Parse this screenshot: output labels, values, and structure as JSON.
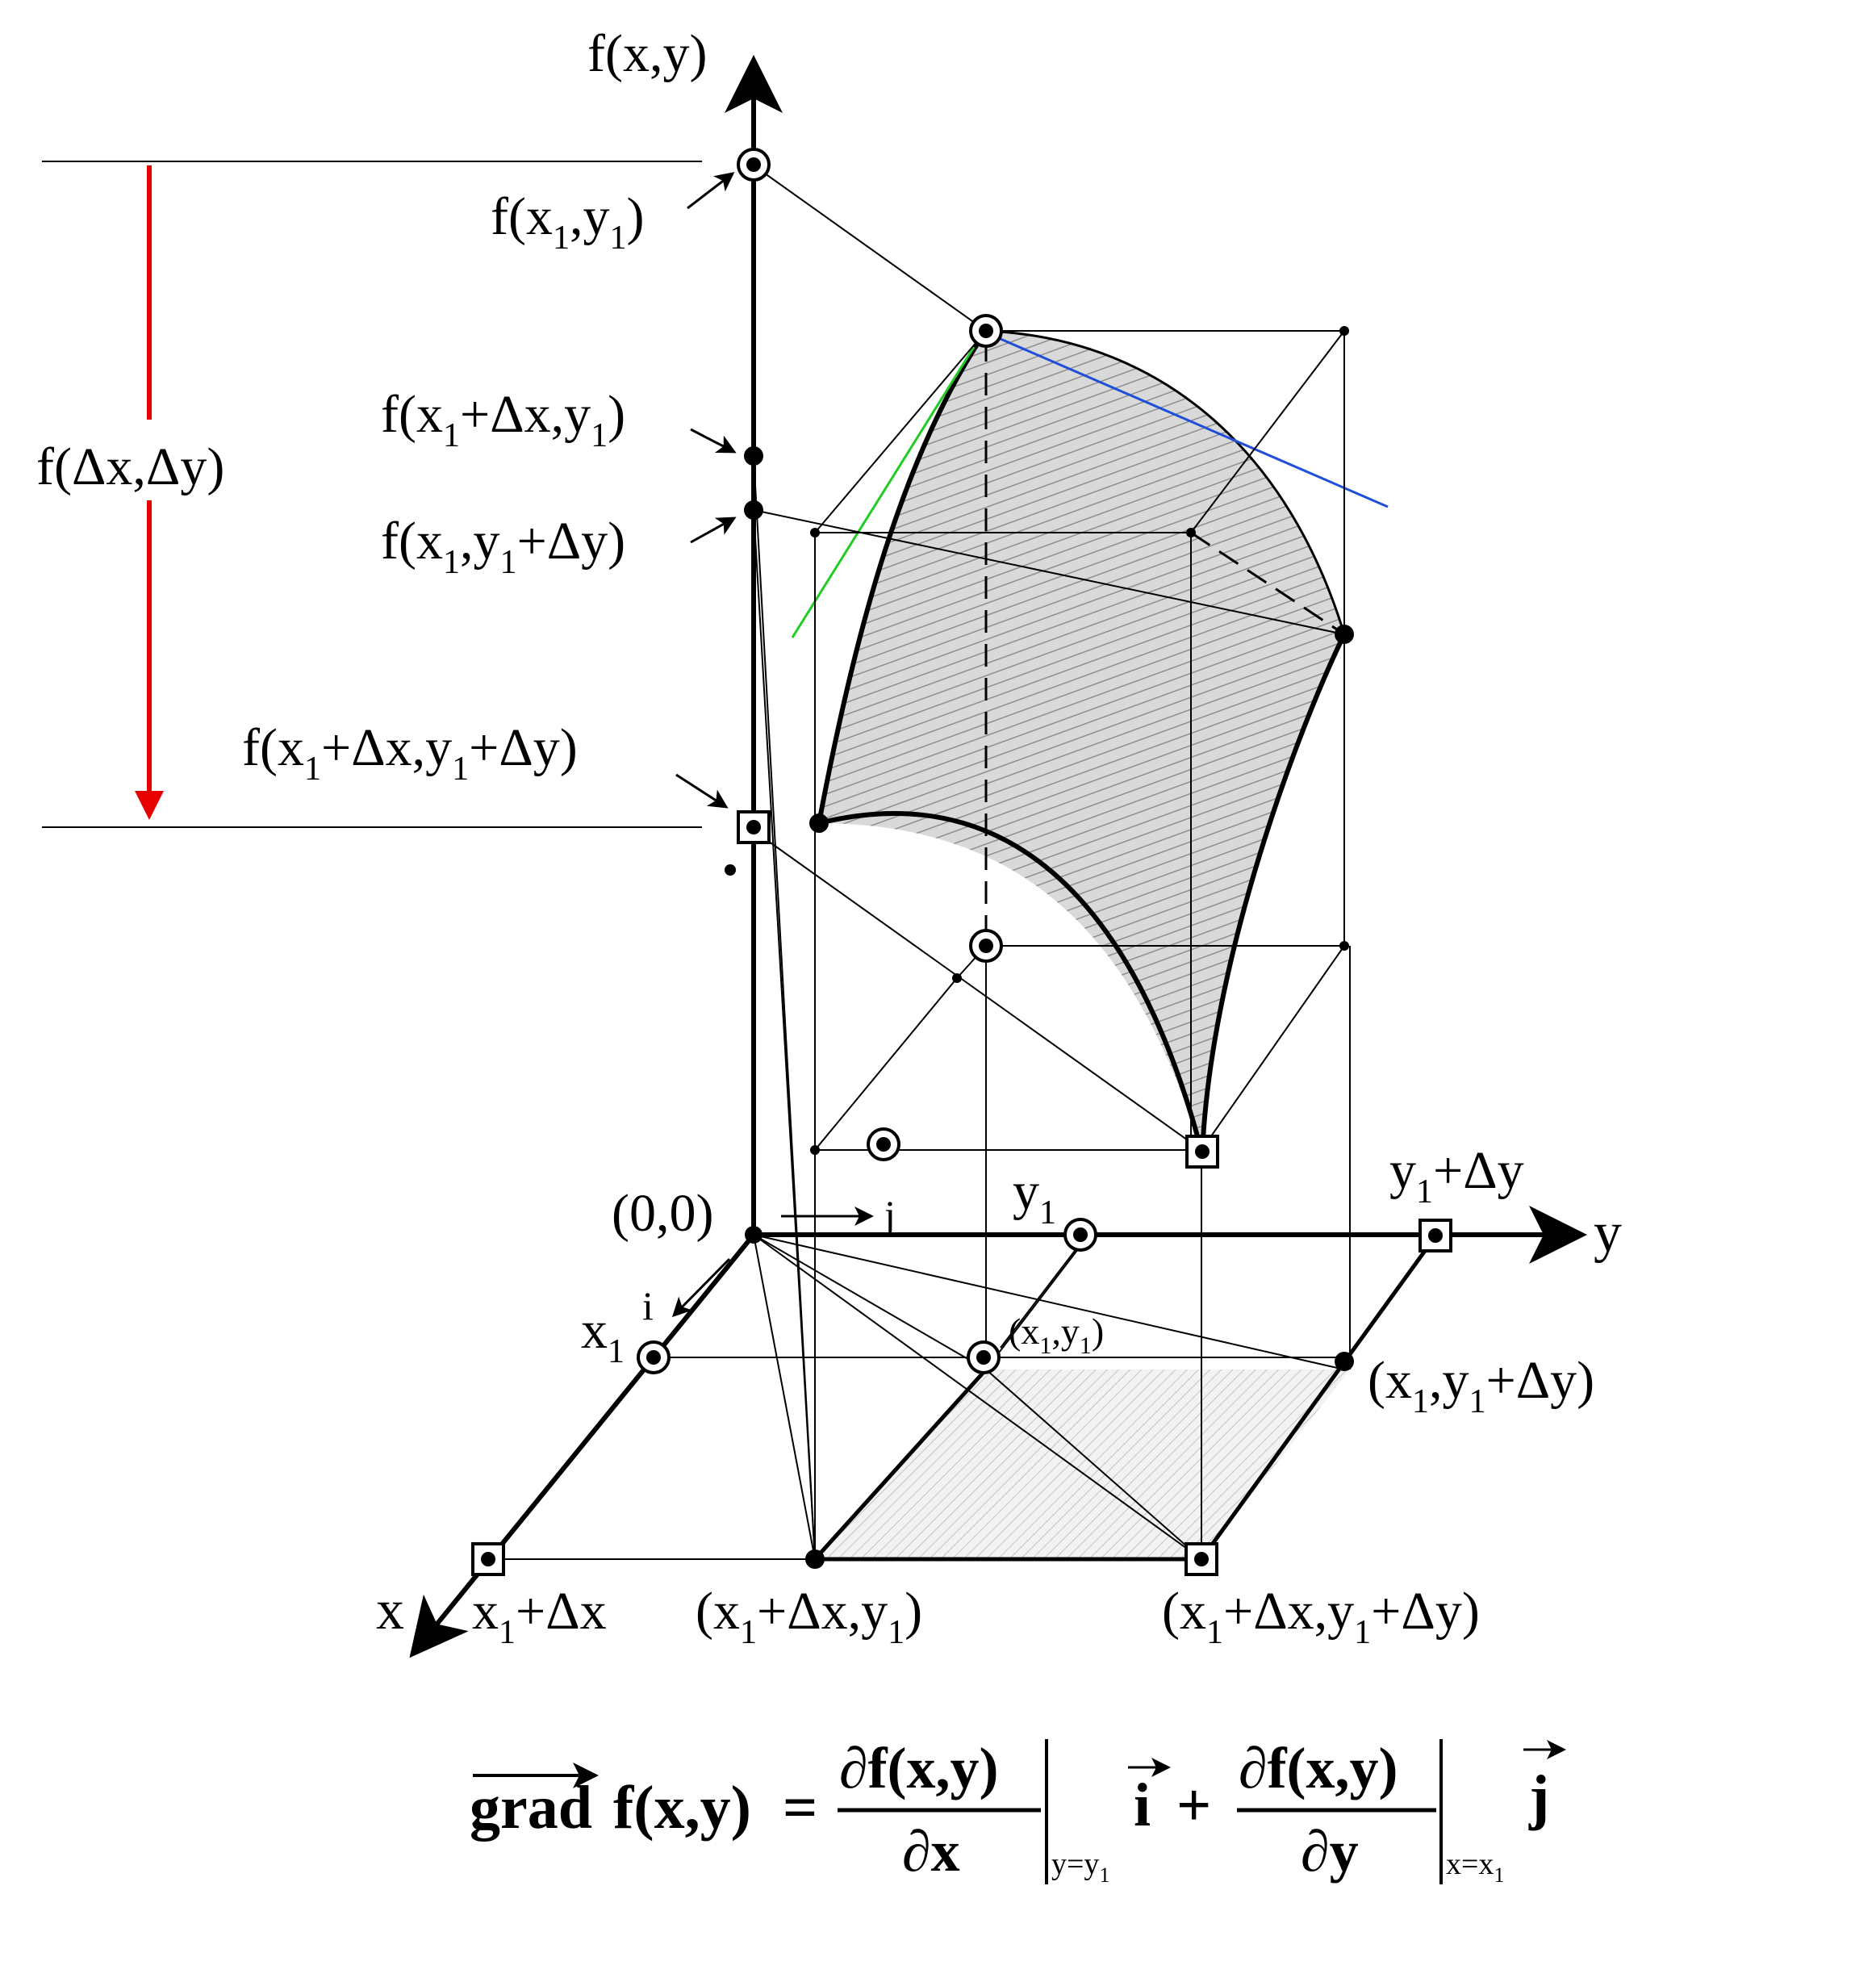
{
  "colors": {
    "background": "#ffffff",
    "ink": "#000000",
    "delta_arrow": "#e60000",
    "tangent_x": "#22cc22",
    "tangent_y": "#1f4fd8",
    "surface_fill": "#cfcfcf"
  },
  "axes": {
    "f_axis_label": "f(x,y)",
    "y_axis_label": "y",
    "x_axis_label": "x",
    "origin_label": "(0,0)",
    "unit_i": "i",
    "unit_j": "j"
  },
  "vertical_labels": {
    "f_x1_y1": {
      "main1": "f(x",
      "sub1": "1",
      "main2": ",y",
      "sub2": "1",
      "main3": ")"
    },
    "f_x1dx_y1": {
      "main1": "f(x",
      "sub1": "1",
      "main2": "+Δx,y",
      "sub2": "1",
      "main3": ")"
    },
    "f_x1_y1dy": {
      "main1": "f(x",
      "sub1": "1",
      "main2": ",y",
      "sub2": "1",
      "main3": "+Δy)"
    },
    "f_x1dx_y1dy": {
      "main1": "f(x",
      "sub1": "1",
      "main2": "+Δx,y",
      "sub2": "1",
      "main3": "+Δy)"
    },
    "f_delta": "f(Δx,Δy)"
  },
  "base_labels": {
    "x1": {
      "main": "x",
      "sub": "1"
    },
    "x1dx": {
      "main1": "x",
      "sub1": "1",
      "main2": "+Δx"
    },
    "y1": {
      "main": "y",
      "sub": "1"
    },
    "y1dy": {
      "main1": "y",
      "sub1": "1",
      "main2": "+Δy"
    },
    "pt_x1_y1": {
      "main1": "(x",
      "sub1": "1",
      "main2": ",y",
      "sub2": "1",
      "main3": ")"
    },
    "pt_x1_y1dy": {
      "main1": "(x",
      "sub1": "1",
      "main2": ",y",
      "sub2": "1",
      "main3": "+Δy)"
    },
    "pt_x1dx_y1": {
      "main1": "(x",
      "sub1": "1",
      "main2": "+Δx,y",
      "sub2": "1",
      "main3": ")"
    },
    "pt_x1dx_y1dy": {
      "main1": "(x",
      "sub1": "1",
      "main2": "+Δx,y",
      "sub2": "1",
      "main3": "+Δy)"
    }
  },
  "formula": {
    "grad": "grad",
    "lhs": "f(x,y)",
    "equals": "=",
    "num1": "∂f(x,y)",
    "den1": "∂x",
    "eval1": {
      "main": "y=y",
      "sub": "1"
    },
    "unit1": "i",
    "plus": "+",
    "num2": "∂f(x,y)",
    "den2": "∂y",
    "eval2": {
      "main": "x=x",
      "sub": "1"
    },
    "unit2": "j"
  }
}
